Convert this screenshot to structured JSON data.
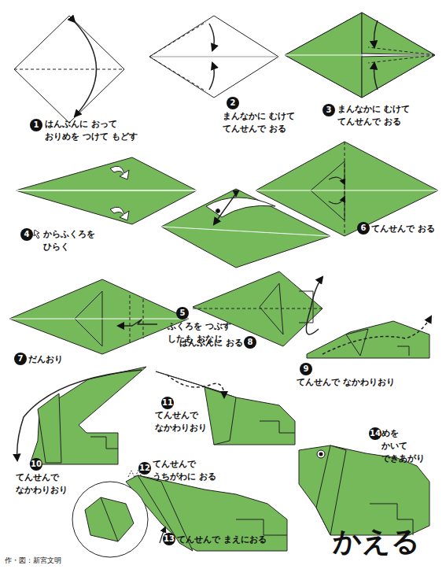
{
  "diagram": {
    "title": "かえる",
    "labels": [
      "1",
      "はんぶんに おって おりめを つけて もどす",
      "2",
      "まんなかに むけて てんせんで おる",
      "3",
      "まんなかに むけて てんせんで おる",
      "4",
      "からふくろを ひらく",
      "5",
      "ふくろを つぶす したも おなじ",
      "6",
      "てんせんで おる",
      "7",
      "だんおり",
      "はんぶんに おる",
      "8",
      "9",
      "てんせんで なかわりおり",
      "10",
      "てんせんで なかわりおり",
      "11",
      "てんせんで なかわりおり",
      "12",
      "てんせんで うちがわに おる",
      "13",
      "てんせんで まえにおる",
      "14",
      "めを かいて できあがり",
      "作・図：新宮文明"
    ]
  }
}
